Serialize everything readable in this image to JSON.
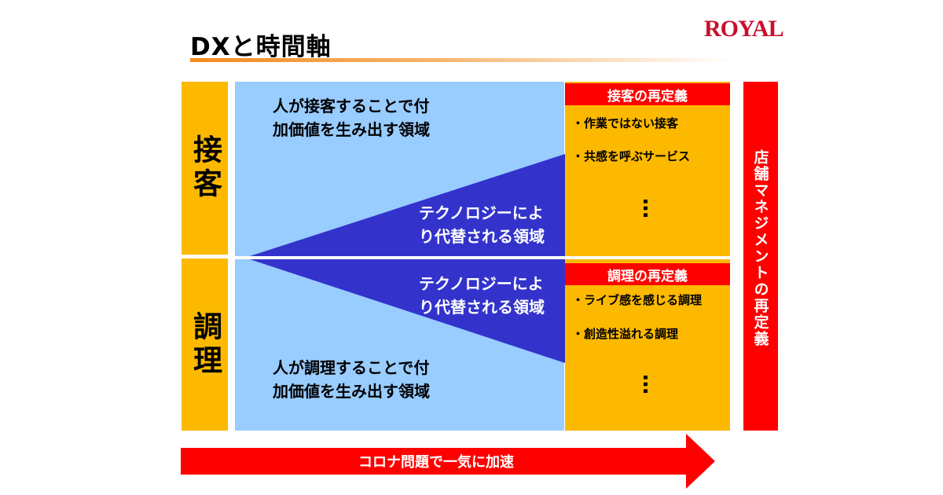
{
  "header": {
    "title": "DXと時間軸",
    "logo": "ROYAL"
  },
  "sections": {
    "top": {
      "label": "接客",
      "human_area": "人が接客することで付\n加価値を生み出す領域",
      "tech_area": "テクノロジーによ\nり代替される領域",
      "redefine_title": "接客の再定義",
      "items": [
        "・作業ではない接客",
        "・共感を呼ぶサービス"
      ],
      "ellipsis": "…"
    },
    "bottom": {
      "label": "調理",
      "human_area": "人が調理することで付\n加価値を生み出す領域",
      "tech_area": "テクノロジーによ\nり代替される領域",
      "redefine_title": "調理の再定義",
      "items": [
        "・ライブ感を感じる調理",
        "・創造性溢れる調理"
      ],
      "ellipsis": "…"
    }
  },
  "right_bar": {
    "label": "店舗マネジメントの再定義"
  },
  "arrow": {
    "label": "コロナ問題で一気に加速"
  },
  "colors": {
    "accent_red": "#ff0000",
    "yellow": "#fcb900",
    "light_blue": "#99ccff",
    "dark_blue": "#3333cc"
  }
}
